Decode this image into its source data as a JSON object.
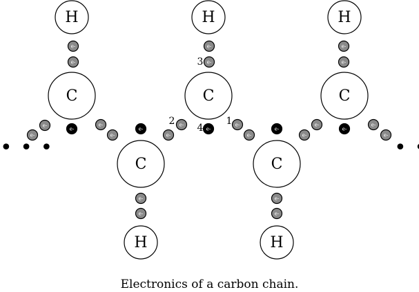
{
  "diagram": {
    "caption": "Electronics of a carbon chain.",
    "ellipsis": "• • •",
    "electron_label": "e-",
    "atoms": [
      {
        "label": "H"
      },
      {
        "label": "C"
      },
      {
        "label": "H"
      },
      {
        "label": "C"
      },
      {
        "label": "H"
      },
      {
        "label": "C"
      },
      {
        "label": "C"
      },
      {
        "label": "H"
      },
      {
        "label": "C"
      },
      {
        "label": "H"
      }
    ],
    "bond_numbers": [
      "1",
      "2",
      "3",
      "4"
    ],
    "colors": {
      "shared_electron": "#8a8a8a",
      "highlight_electron": "#000000",
      "atom_fill": "#ffffff"
    }
  }
}
